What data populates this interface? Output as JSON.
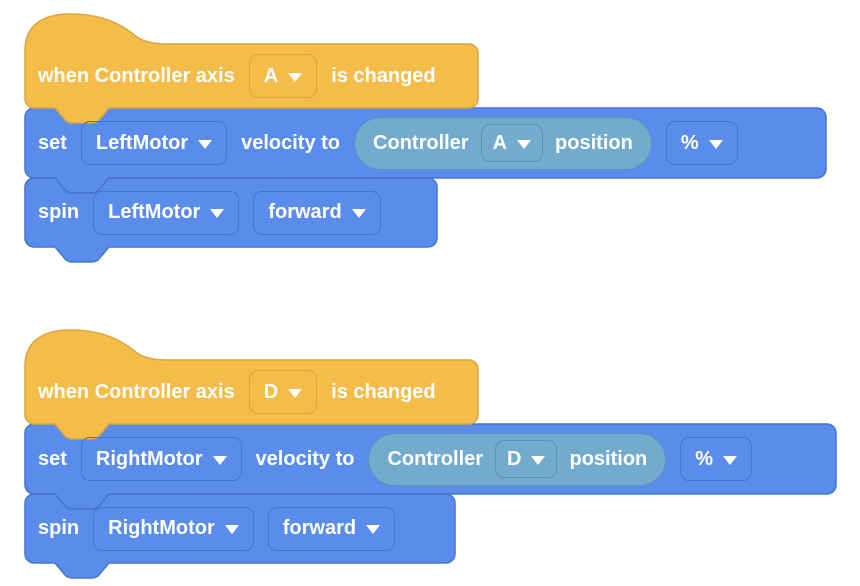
{
  "colors": {
    "hat_fill": "#F4BC49",
    "hat_stroke": "#D9A63F",
    "block_fill": "#5A8DEB",
    "block_stroke": "#4374CF",
    "reporter_fill": "#73ABCF",
    "reporter_stroke": "#5792BA",
    "text": "#FFFFFF",
    "background": "#FFFFFF"
  },
  "stacks": [
    {
      "hat": {
        "prefix": "when Controller axis",
        "axis": "A",
        "suffix": "is changed"
      },
      "set": {
        "verb": "set",
        "motor": "LeftMotor",
        "connector": "velocity to",
        "reporter": {
          "device": "Controller",
          "axis": "A",
          "property": "position"
        },
        "unit": "%"
      },
      "spin": {
        "verb": "spin",
        "motor": "LeftMotor",
        "direction": "forward"
      }
    },
    {
      "hat": {
        "prefix": "when Controller axis",
        "axis": "D",
        "suffix": "is changed"
      },
      "set": {
        "verb": "set",
        "motor": "RightMotor",
        "connector": "velocity to",
        "reporter": {
          "device": "Controller",
          "axis": "D",
          "property": "position"
        },
        "unit": "%"
      },
      "spin": {
        "verb": "spin",
        "motor": "RightMotor",
        "direction": "forward"
      }
    }
  ]
}
